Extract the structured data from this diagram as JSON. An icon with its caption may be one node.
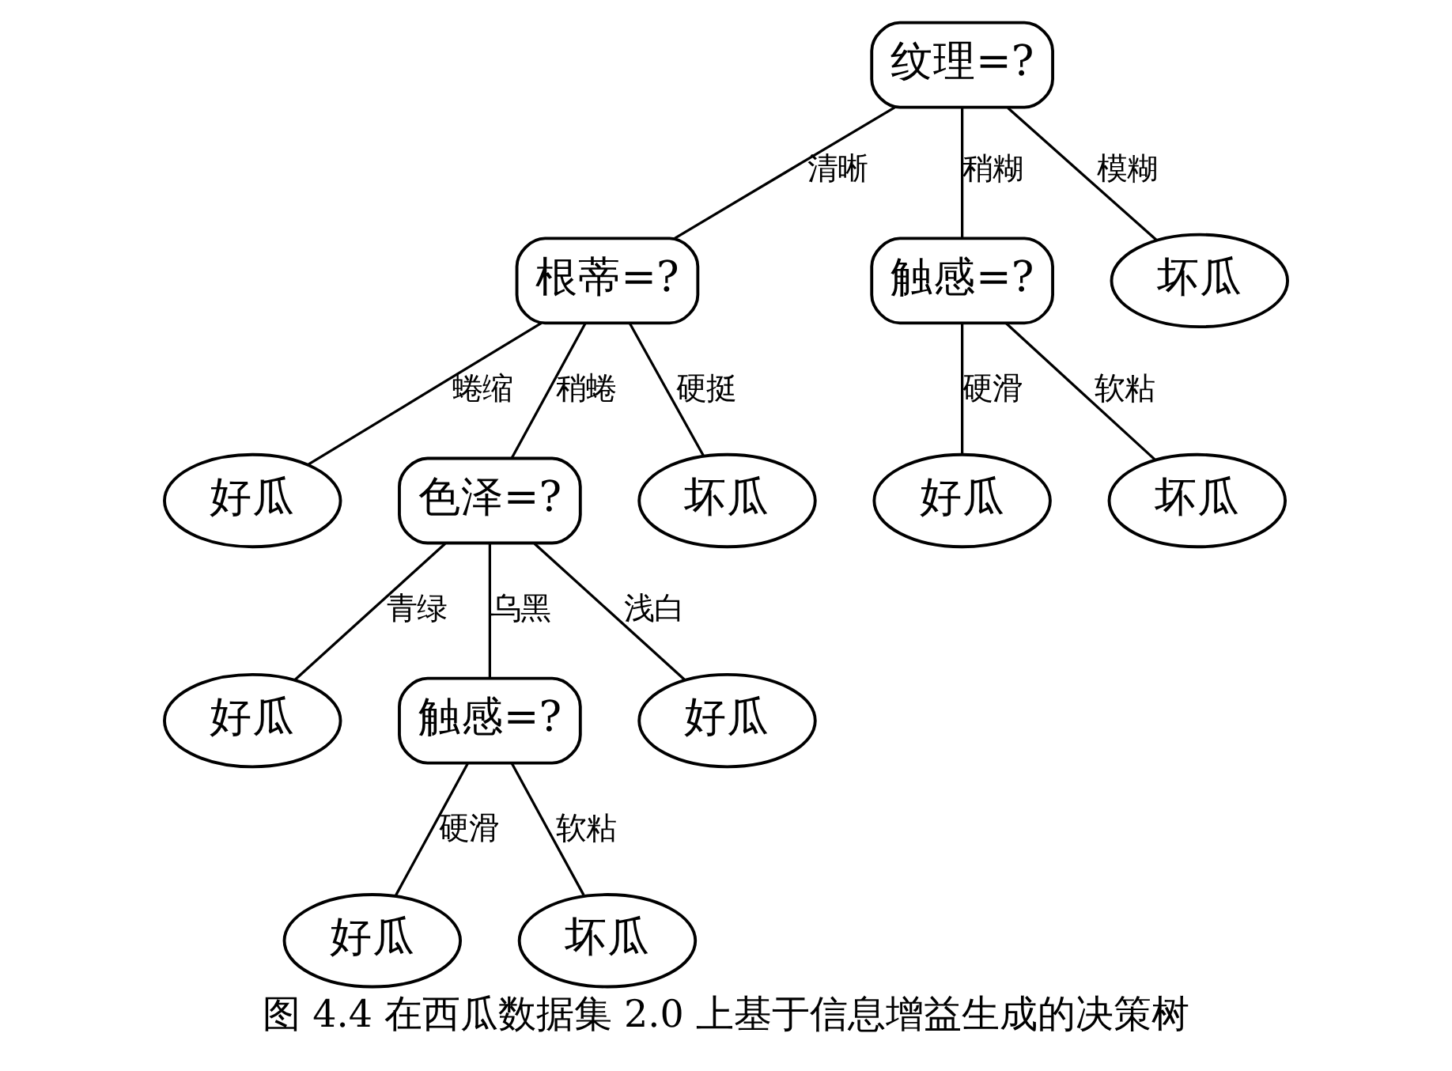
{
  "diagram": {
    "caption": "图 4.4 在西瓜数据集 2.0 上基于信息增益生成的决策树",
    "nodes": [
      {
        "text": [
          "纹理=?"
        ]
      },
      {
        "text": [
          "根蒂=?"
        ]
      },
      {
        "text": [
          "触感=?"
        ]
      },
      {
        "text": [
          "坏瓜"
        ]
      },
      {
        "text": [
          "好瓜"
        ]
      },
      {
        "text": [
          "色泽=?"
        ]
      },
      {
        "text": [
          "坏瓜"
        ]
      },
      {
        "text": [
          "好瓜"
        ]
      },
      {
        "text": [
          "坏瓜"
        ]
      },
      {
        "text": [
          "好瓜"
        ]
      },
      {
        "text": [
          "触感=?"
        ]
      },
      {
        "text": [
          "好瓜"
        ]
      },
      {
        "text": [
          "好瓜"
        ]
      },
      {
        "text": [
          "坏瓜"
        ]
      }
    ],
    "edges": [
      {
        "from": 0,
        "to": 1,
        "arrow": "none",
        "label": "清晰"
      },
      {
        "from": 0,
        "to": 2,
        "arrow": "none",
        "label": "稍糊"
      },
      {
        "from": 0,
        "to": 3,
        "arrow": "none",
        "label": "模糊"
      },
      {
        "from": 1,
        "to": 4,
        "arrow": "none",
        "label": "蜷缩"
      },
      {
        "from": 1,
        "to": 5,
        "arrow": "none",
        "label": "稍蜷"
      },
      {
        "from": 1,
        "to": 6,
        "arrow": "none",
        "label": "硬挺"
      },
      {
        "from": 2,
        "to": 7,
        "arrow": "none",
        "label": "硬滑"
      },
      {
        "from": 2,
        "to": 8,
        "arrow": "none",
        "label": "软粘"
      },
      {
        "from": 5,
        "to": 9,
        "arrow": "none",
        "label": "青绿"
      },
      {
        "from": 5,
        "to": 10,
        "arrow": "none",
        "label": "乌黑"
      },
      {
        "from": 5,
        "to": 11,
        "arrow": "none",
        "label": "浅白"
      },
      {
        "from": 10,
        "to": 12,
        "arrow": "none",
        "label": "硬滑"
      },
      {
        "from": 10,
        "to": 13,
        "arrow": "none",
        "label": "软粘"
      }
    ]
  }
}
